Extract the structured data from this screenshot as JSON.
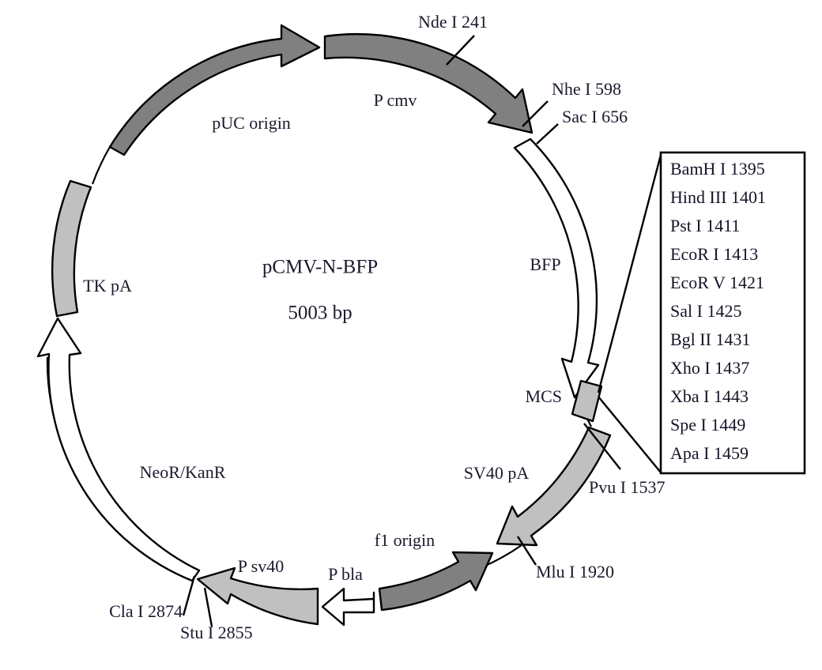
{
  "plasmid": {
    "name": "pCMV-N-BFP",
    "size": "5003 bp"
  },
  "colors": {
    "dark_gray": "#808080",
    "light_gray": "#c0c0c0",
    "white": "#ffffff",
    "outline": "#000000",
    "text": "#1a1a2e"
  },
  "features": [
    {
      "id": "puc-origin",
      "label": "pUC origin",
      "fill": "dark_gray",
      "direction": "clockwise"
    },
    {
      "id": "p-cmv",
      "label": "P cmv",
      "fill": "dark_gray",
      "direction": "clockwise"
    },
    {
      "id": "bfp",
      "label": "BFP",
      "fill": "white",
      "direction": "clockwise"
    },
    {
      "id": "mcs",
      "label": "MCS",
      "fill": "light_gray",
      "direction": "none"
    },
    {
      "id": "sv40-pa",
      "label": "SV40 pA",
      "fill": "light_gray",
      "direction": "counter-clockwise"
    },
    {
      "id": "f1-origin",
      "label": "f1 origin",
      "fill": "dark_gray",
      "direction": "clockwise"
    },
    {
      "id": "p-bla",
      "label": "P bla",
      "fill": "white",
      "direction": "counter-clockwise"
    },
    {
      "id": "p-sv40",
      "label": "P sv40",
      "fill": "light_gray",
      "direction": "counter-clockwise"
    },
    {
      "id": "neor-kanr",
      "label": "NeoR/KanR",
      "fill": "white",
      "direction": "counter-clockwise"
    },
    {
      "id": "tk-pa",
      "label": "TK pA",
      "fill": "light_gray",
      "direction": "counter-clockwise"
    }
  ],
  "restriction_sites": [
    {
      "id": "nde-i",
      "label": "Nde I 241"
    },
    {
      "id": "nhe-i",
      "label": "Nhe I 598"
    },
    {
      "id": "sac-i",
      "label": "Sac I 656"
    },
    {
      "id": "pvu-i",
      "label": "Pvu I 1537"
    },
    {
      "id": "mlu-i",
      "label": "Mlu I 1920"
    },
    {
      "id": "stu-i",
      "label": "Stu I 2855"
    },
    {
      "id": "cla-i",
      "label": "Cla I 2874"
    }
  ],
  "mcs_box": {
    "sites": [
      "BamH I 1395",
      "Hind  III 1401",
      "Pst I 1411",
      "EcoR I 1413",
      "EcoR V 1421",
      "Sal I 1425",
      "Bgl II 1431",
      "Xho I 1437",
      "Xba I 1443",
      "Spe I 1449",
      "Apa I 1459"
    ]
  }
}
